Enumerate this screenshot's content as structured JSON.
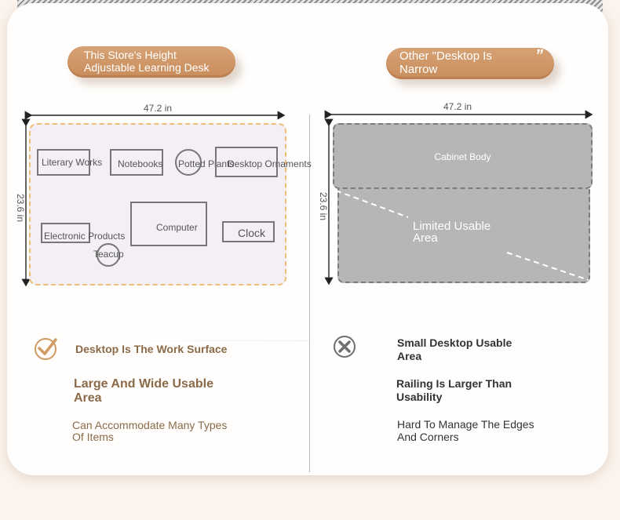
{
  "left": {
    "pill_text": "This Store's Height\nAdjustable Learning Desk",
    "width_label": "47.2 in",
    "height_label": "23.6 in",
    "items": {
      "literary": "Literary Works",
      "notebooks": "Notebooks",
      "plants": "Potted Plants",
      "ornaments": "Desktop Ornaments",
      "electronic": "Electronic Products",
      "computer": "Computer",
      "clock": "Clock",
      "teacup": "Teacup"
    },
    "features": [
      "Desktop Is The Work Surface",
      "Large And Wide Usable\nArea",
      "Can Accommodate Many Types\nOf Items"
    ]
  },
  "right": {
    "pill_text": "Other \"Desktop Is\nNarrow",
    "pill_quote": "”",
    "width_label": "47.2 in",
    "height_label": "23.6 in",
    "cabinet_label": "Cabinet Body",
    "usable_label": "Limited Usable\nArea",
    "features": [
      "Small Desktop Usable\nArea",
      "Railing Is Larger Than\nUsability",
      "Hard To Manage The Edges\nAnd Corners"
    ]
  },
  "colors": {
    "accent": "#c98d5c",
    "check": "#d09a62",
    "cabinet": "#b6b6b6",
    "desk_border": "#efbd76"
  },
  "icons": {
    "left": "check-circle-icon",
    "right": "x-circle-icon"
  }
}
